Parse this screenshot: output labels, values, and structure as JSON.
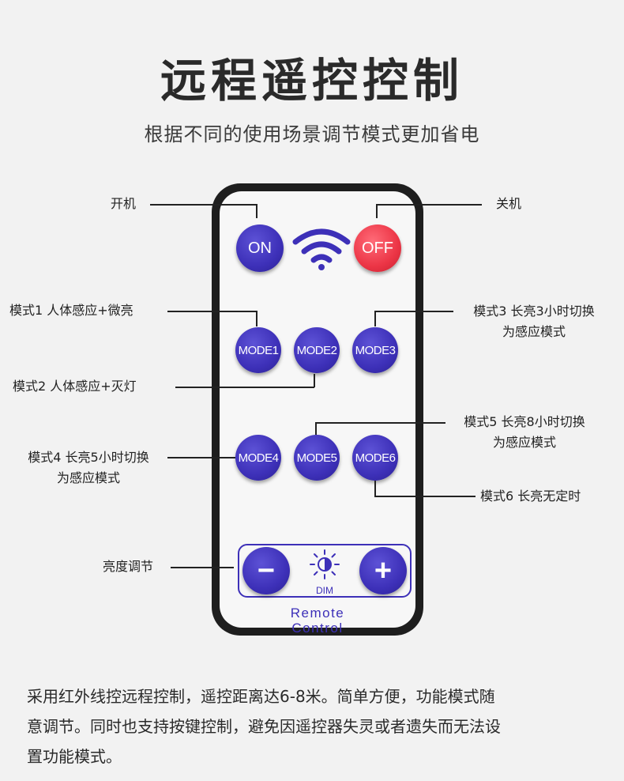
{
  "header": {
    "title": "远程遥控控制",
    "subtitle": "根据不同的使用场景调节模式更加省电"
  },
  "remote": {
    "on_label": "ON",
    "off_label": "OFF",
    "modes": [
      "MODE1",
      "MODE2",
      "MODE3",
      "MODE4",
      "MODE5",
      "MODE6"
    ],
    "dim_label": "DIM",
    "brand_line1": "Remote",
    "brand_line2": "Control",
    "minus_label": "−",
    "plus_label": "+"
  },
  "callouts": {
    "on": "开机",
    "off": "关机",
    "mode1": "模式1 人体感应+微亮",
    "mode2": "模式2 人体感应+灭灯",
    "mode3_line1": "模式3 长亮3小时切换",
    "mode3_line2": "为感应模式",
    "mode4_line1": "模式4 长亮5小时切换",
    "mode4_line2": "为感应模式",
    "mode5_line1": "模式5 长亮8小时切换",
    "mode5_line2": "为感应模式",
    "mode6": "模式6 长亮无定时",
    "brightness": "亮度调节"
  },
  "description": {
    "line1": "采用红外线控远程控制，遥控距离达6-8米。简单方便，功能模式随",
    "line2": "意调节。同时也支持按键控制，避免因遥控器失灵或者遗失而无法设",
    "line3": "置功能模式。"
  },
  "colors": {
    "button_blue": "#3d30b8",
    "button_red": "#ec3546",
    "remote_body": "#1e1e1e"
  }
}
